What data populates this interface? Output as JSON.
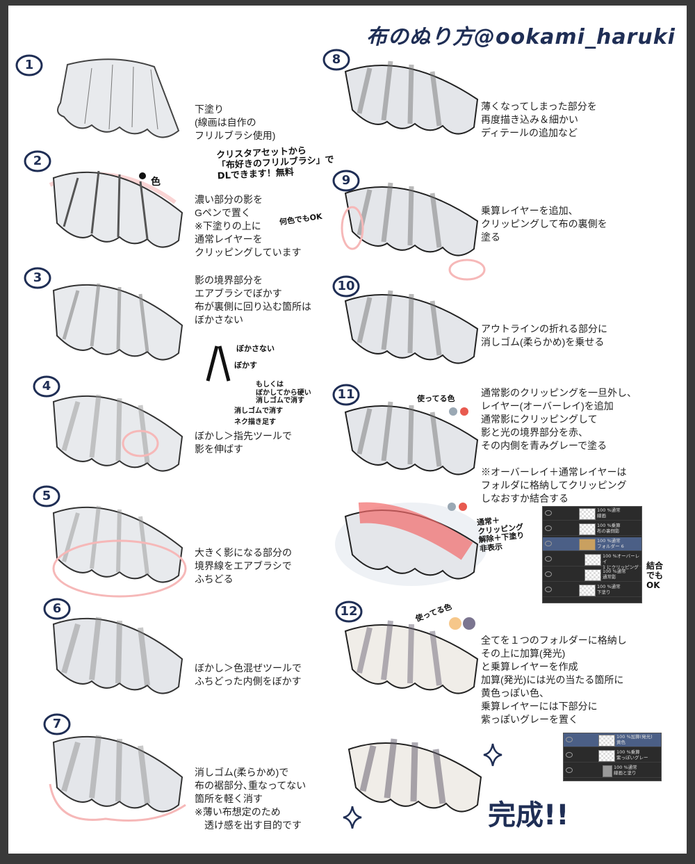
{
  "title": "布のぬり方@ookami_haruki",
  "steps": [
    {
      "num": "1",
      "text": "下塗り\n(線画は自作の\nフリルブラシ使用)"
    },
    {
      "num": "2",
      "text": "濃い部分の影を\nGペンで置く\n※下塗りの上に\n通常レイヤーを\nクリッピングしています"
    },
    {
      "num": "3",
      "text": "影の境界部分を\nエアブラシでぼかす\n布が裏側に回り込む箇所は\nぼかさない"
    },
    {
      "num": "4",
      "text": "ぼかし＞指先ツールで\n影を伸ばす"
    },
    {
      "num": "5",
      "text": "大きく影になる部分の\n境界線をエアブラシで\nふちどる"
    },
    {
      "num": "6",
      "text": "ぼかし＞色混ぜツールで\nふちどった内側をぼかす"
    },
    {
      "num": "7",
      "text": "消しゴム(柔らかめ)で\n布の裾部分､重なってない\n箇所を軽く消す\n※薄い布想定のため\n　透け感を出す目的です"
    },
    {
      "num": "8",
      "text": "薄くなってしまった部分を\n再度描き込み＆細かい\nディテールの追加など"
    },
    {
      "num": "9",
      "text": "乗算レイヤーを追加、\nクリッピングして布の裏側を\n塗る"
    },
    {
      "num": "10",
      "text": "アウトラインの折れる部分に\n消しゴム(柔らかめ)を乗せる"
    },
    {
      "num": "11",
      "text": "通常影のクリッピングを一旦外し、\nレイヤー(オーバーレイ)を追加\n通常影にクリッピングして\n影と光の境界部分を赤、\nその内側を青みグレーで塗る\n\n※オーバーレイ＋通常レイヤーは\nフォルダに格納してクリッピング\nしなおすか結合する"
    },
    {
      "num": "12",
      "text": "全てを１つのフォルダーに格納し\nその上に加算(発光)\nと乗算レイヤーを作成\n加算(発光)には光の当たる箇所に\n黄色っぽい色、\n乗算レイヤーには下部分に\n紫っぽいグレーを置く"
    }
  ],
  "notes": {
    "brush_note": "クリスタアセットから\n「布好きのフリルブラシ」で\nDLできます！無料",
    "color_note": "色",
    "any_ok": "何色でもOK",
    "blur_no": "ぼかさない",
    "blur_yes": "ぼかす",
    "alt_method": "もしくは\nぼかしてから硬い\n消しゴムで消す",
    "list_items": [
      "消しゴムで消す",
      "ネク描き足す"
    ],
    "used_colors_11": "使ってる色",
    "used_colors_12": "使ってる色",
    "hide_note": "通常＋\nクリッピング\n解除＋下塗り\n非表示",
    "merge_ok": "結合\nでも\nOK",
    "done": "完成!!"
  },
  "colors": {
    "step11": [
      "#9aa8b4",
      "#e85a4f"
    ],
    "step11b": [
      "#9aa8b4",
      "#e85a4f"
    ],
    "step12": [
      "#f6c78a",
      "#7b7590"
    ],
    "frame": "#3a3a3a",
    "accent_red": "#f08080",
    "ink": "#1f2e55"
  },
  "layers_panel_1": [
    {
      "name": "100 %通常\n線画"
    },
    {
      "name": "100 %乗算\n布の裏側影"
    },
    {
      "name": "100 %通常\nフォルダー 6"
    },
    {
      "name": "100 %オーバーレイ\n1 にクリッピング"
    },
    {
      "name": "100 %通常\n通常影"
    },
    {
      "name": "100 %通常\n下塗り"
    }
  ],
  "layers_panel_2": [
    {
      "name": "100 %加算(発光)\n黄色"
    },
    {
      "name": "100 %乗算\n紫っぽいグレー"
    },
    {
      "name": "100 %通常\n線画と塗り"
    }
  ]
}
